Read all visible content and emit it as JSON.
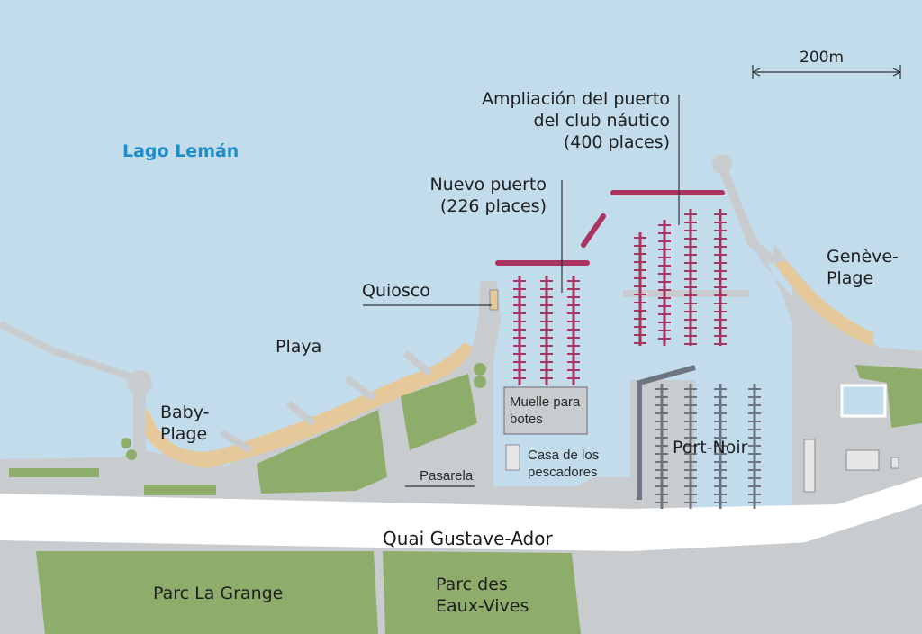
{
  "labels": {
    "lake": "Lago Lemán",
    "scale": "200m",
    "ampliacion": "Ampliación del puerto\ndel club náutico\n(400 places)",
    "nuevo": "Nuevo puerto\n(226 places)",
    "quiosco": "Quiosco",
    "playa": "Playa",
    "baby_plage": "Baby-\nPlage",
    "geneve_plage": "Genève-\nPlage",
    "muelle": "Muelle para\nbotes",
    "casa": "Casa de los\npescadores",
    "pasarela": "Pasarela",
    "port_noir": "Port-Noir",
    "quai": "Quai Gustave-Ador",
    "parc_grange": "Parc La Grange",
    "parc_eaux": "Parc des\nEaux-Vives"
  },
  "colors": {
    "water": "#c3dcec",
    "land": "#c9ccce",
    "road": "#ffffff",
    "park": "#8fad6a",
    "beach": "#e5c99b",
    "new_berths": "#a8345f",
    "port_noir_berths": "#6d7680",
    "lake_label": "#1d8ec9"
  }
}
